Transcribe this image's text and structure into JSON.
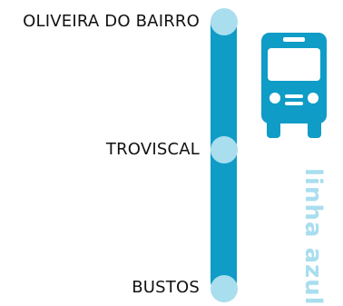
{
  "route": {
    "stops": [
      {
        "name": "OLIVEIRA DO BAIRRO"
      },
      {
        "name": "TROVISCAL"
      },
      {
        "name": "BUSTOS"
      }
    ],
    "line_name": "linha azul",
    "colors": {
      "line": "#0f9cc6",
      "stop": "#a9deef",
      "label": "#111111",
      "line_name_text": "#a9deef"
    },
    "icon": "bus-icon"
  }
}
